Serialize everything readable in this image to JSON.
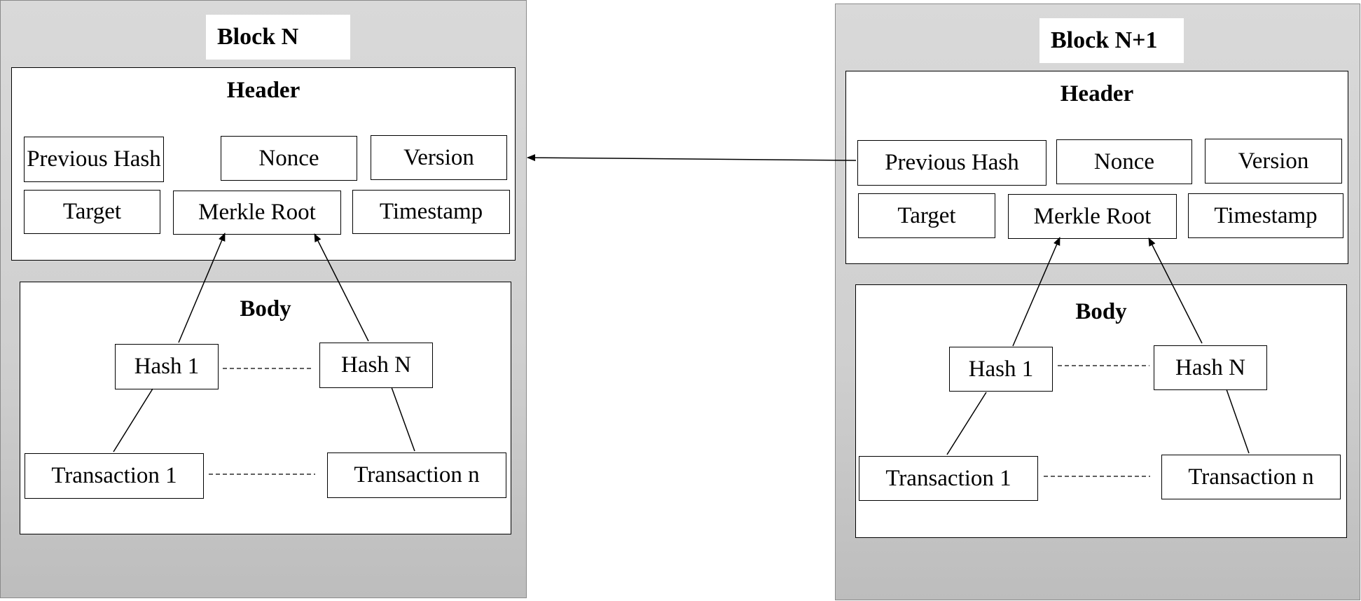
{
  "blocks": [
    {
      "title": "Block N",
      "header": {
        "heading": "Header",
        "fields": [
          "Previous Hash",
          "Nonce",
          "Version",
          "Target",
          "Merkle Root",
          "Timestamp"
        ]
      },
      "body": {
        "heading": "Body",
        "hashes": [
          "Hash 1",
          "Hash N"
        ],
        "transactions": [
          "Transaction 1",
          "Transaction n"
        ]
      }
    },
    {
      "title": "Block N+1",
      "header": {
        "heading": "Header",
        "fields": [
          "Previous Hash",
          "Nonce",
          "Version",
          "Target",
          "Merkle Root",
          "Timestamp"
        ]
      },
      "body": {
        "heading": "Body",
        "hashes": [
          "Hash 1",
          "Hash N"
        ],
        "transactions": [
          "Transaction 1",
          "Transaction n"
        ]
      }
    }
  ]
}
